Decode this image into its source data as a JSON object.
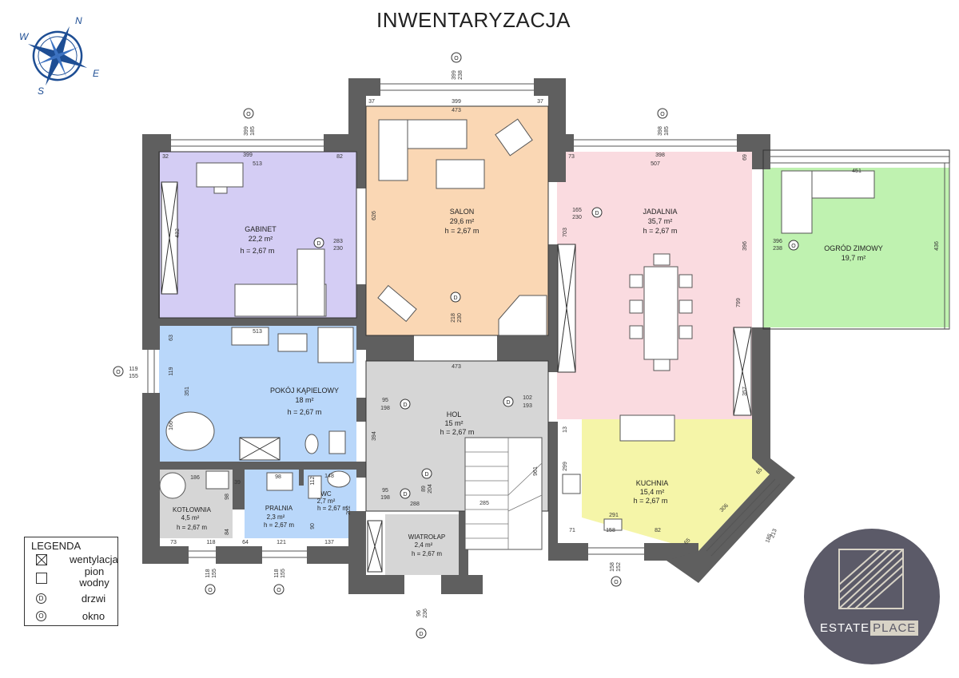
{
  "title": "INWENTARYZACJA",
  "compass": {
    "n": "N",
    "e": "E",
    "s": "S",
    "w": "W"
  },
  "rooms": {
    "gabinet": {
      "name": "GABINET",
      "area": "22,2 m²",
      "height": "h = 2,67 m",
      "color": "#d4cdf4"
    },
    "salon": {
      "name": "SALON",
      "area": "29,6 m²",
      "height": "h = 2,67 m",
      "color": "#fad7b4"
    },
    "jadalnia": {
      "name": "JADALNIA",
      "area": "35,7 m²",
      "height": "h = 2,67 m",
      "color": "#fadbe0"
    },
    "ogrod": {
      "name": "OGRÓD ZIMOWY",
      "area": "19,7 m²",
      "height": "",
      "color": "#bff2b0"
    },
    "lazienka": {
      "name": "POKÓJ KĄPIELOWY",
      "area": "18 m²",
      "height": "h = 2,67 m",
      "color": "#b9d7fa"
    },
    "hol": {
      "name": "HOL",
      "area": "15 m²",
      "height": "h = 2,67 m",
      "color": "#d6d6d6"
    },
    "kuchnia": {
      "name": "KUCHNIA",
      "area": "15,4 m²",
      "height": "h = 2,67 m",
      "color": "#f5f5a8"
    },
    "kotlownia": {
      "name": "KOTŁOWNIA",
      "area": "4,5 m²",
      "height": "h = 2,67 m",
      "color": "#d6d6d6"
    },
    "pralnia": {
      "name": "PRALNIA",
      "area": "2,3 m²",
      "height": "h = 2,67 m",
      "color": "#b9d7fa"
    },
    "wc": {
      "name": "WC",
      "area": "2,7 m²",
      "height": "h = 2,67 m",
      "color": "#b9d7fa"
    },
    "wiatrolap": {
      "name": "WIATROŁAP",
      "area": "2,4 m²",
      "height": "h = 2,67 m",
      "color": "#d6d6d6"
    }
  },
  "markers": {
    "window": "O",
    "door": "D"
  },
  "dimensions": {
    "gabinet_top": [
      "32",
      "399",
      "82",
      "513"
    ],
    "gabinet_win": [
      "399",
      "185"
    ],
    "gabinet_side": "432",
    "gabinet_door": [
      "283",
      "230"
    ],
    "salon_top": [
      "37",
      "399",
      "37",
      "473"
    ],
    "salon_win": [
      "399",
      "238"
    ],
    "salon_side": "626",
    "salon_door": [
      "218",
      "230"
    ],
    "salon_bottom": "473",
    "jadalnia_top": [
      "73",
      "398",
      "507",
      "69"
    ],
    "jadalnia_win": [
      "398",
      "185"
    ],
    "jadalnia_door": [
      "165",
      "230"
    ],
    "jadalnia_side": [
      "703",
      "396",
      "799",
      "357"
    ],
    "ogrod_top": "451",
    "ogrod_door": [
      "396",
      "238"
    ],
    "ogrod_side": "436",
    "lazienka_top": "513",
    "lazienka_side": [
      "63",
      "119",
      "351",
      "166"
    ],
    "lazienka_win": [
      "119",
      "155"
    ],
    "lazienka_door": [
      "95",
      "198"
    ],
    "hol_door": [
      "102",
      "193"
    ],
    "hol_side": "394",
    "stairs": [
      "961",
      "285"
    ],
    "kuchnia_dims": [
      "13",
      "299",
      "71",
      "291",
      "158",
      "82",
      "65",
      "306",
      "65"
    ],
    "kuchnia_win": [
      "213",
      "185"
    ],
    "kuchnia_bottom_win": [
      "158",
      "152"
    ],
    "kotlownia_dims": [
      "186",
      "39",
      "98",
      "84",
      "73",
      "118"
    ],
    "kotlownia_win": [
      "118",
      "155"
    ],
    "pralnia_dims": [
      "98",
      "64",
      "121"
    ],
    "pralnia_win": [
      "118",
      "155"
    ],
    "wc_dims": [
      "148",
      "112",
      "90",
      "202",
      "137"
    ],
    "wc_door": [
      "95",
      "198",
      "288"
    ],
    "wiatrolap_door": [
      "89",
      "204"
    ],
    "wiatrolap_dims": [
      "96",
      "236"
    ]
  },
  "legend": {
    "title": "LEGENDA",
    "items": [
      {
        "label": "wentylacja"
      },
      {
        "label": "pion wodny"
      },
      {
        "label": "drzwi",
        "symbol": "D"
      },
      {
        "label": "okno",
        "symbol": "O"
      }
    ]
  },
  "logo": {
    "part1": "ESTATE",
    "part2": "PLACE"
  }
}
